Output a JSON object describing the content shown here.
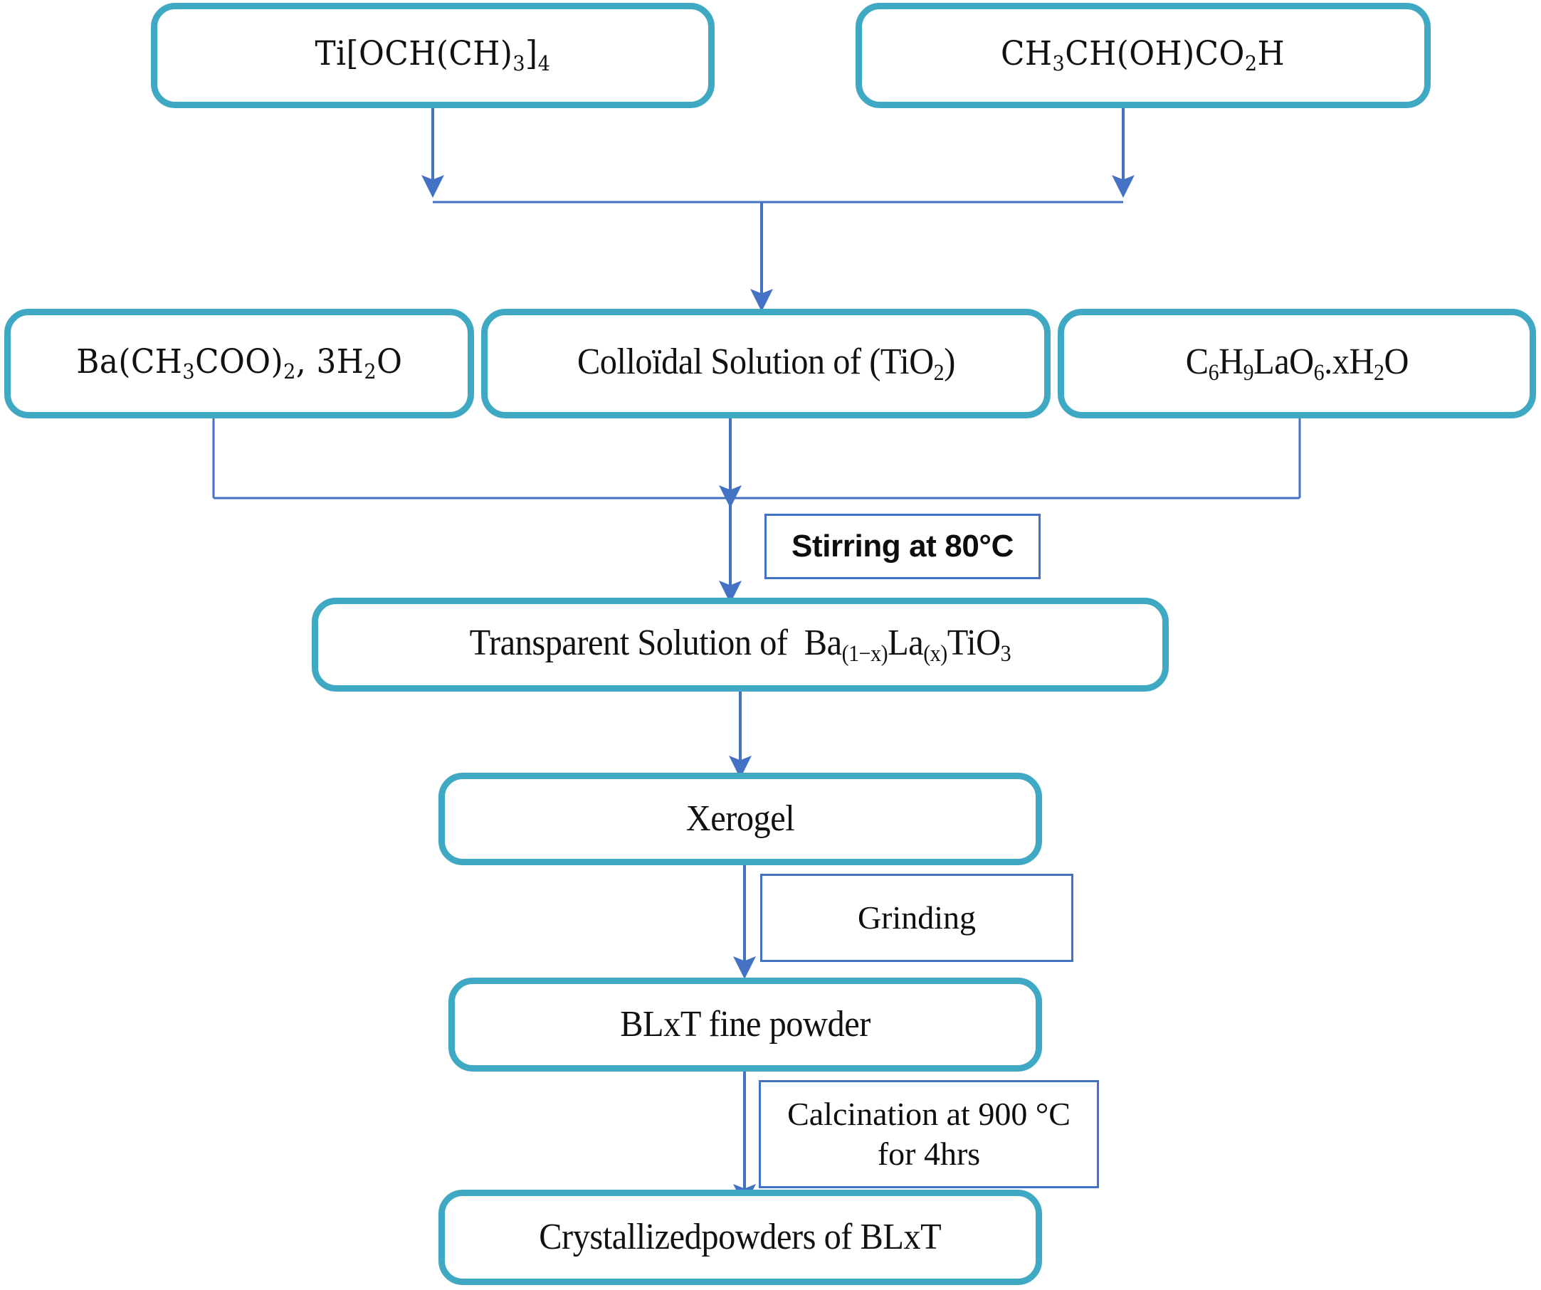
{
  "diagram": {
    "type": "process-flowchart",
    "title": "Sol-gel synthesis route of BLxT powders",
    "colors": {
      "node_border": "#3FA9C4",
      "node_fill": "#FFFFFF",
      "arrow": "#4472C4",
      "annotation_border": "#4472C4",
      "background": "#FFFFFF",
      "text": "#111111"
    }
  },
  "nodes": {
    "titanium_precursor": {
      "label": "Ti[OCH(CH)3]4",
      "html": "Ti[OCH(CH)<sub>3</sub>]<sub>4</sub>"
    },
    "lactic_acid": {
      "label": "CH3CH(OH)CO2H",
      "html": "CH<sub>3</sub>CH(OH)CO<sub>2</sub>H"
    },
    "barium_acetate": {
      "label": "Ba(CH3COO)2, 3H2O",
      "html": "Ba(CH<sub>3</sub>COO)<sub>2</sub>, 3H<sub>2</sub>O"
    },
    "colloidal_solution": {
      "label": "Colloïdal Solution of (TiO2)",
      "html": "Colloïdal Solution of (TiO<sub>2</sub>)"
    },
    "lanthanum_acetate": {
      "label": "C6H9LaO6.xH2O",
      "html": "C<sub>6</sub>H<sub>9</sub>LaO<sub>6</sub>.xH<sub>2</sub>O"
    },
    "transparent_solution": {
      "label": "Transparent Solution of Ba(1-x)La(x)TiO3",
      "html": "Transparent Solution of&nbsp; Ba<sub>(1−x)</sub>La<sub>(x)</sub>TiO<sub>3</sub>"
    },
    "xerogel": {
      "label": "Xerogel",
      "html": "Xerogel"
    },
    "fine_powder": {
      "label": "BLxT fine powder",
      "html": "BLxT fine powder"
    },
    "crystallized_powders": {
      "label": "Crystallizedpowders of BLxT",
      "html": "Crystallizedpowders of BLxT"
    }
  },
  "annotations": {
    "stirring": {
      "label": "Stirring at 80°C"
    },
    "grinding": {
      "label": "Grinding"
    },
    "calcination": {
      "label": "Calcination at 900 °C\nfor 4hrs"
    }
  },
  "edges": [
    {
      "from": "titanium_precursor",
      "to": "colloidal_solution",
      "style": "elbow-merge"
    },
    {
      "from": "lactic_acid",
      "to": "colloidal_solution",
      "style": "elbow-merge"
    },
    {
      "from": "barium_acetate",
      "to": "transparent_solution",
      "style": "elbow-merge",
      "annotation": "stirring"
    },
    {
      "from": "colloidal_solution",
      "to": "transparent_solution",
      "style": "straight",
      "annotation": "stirring"
    },
    {
      "from": "lanthanum_acetate",
      "to": "transparent_solution",
      "style": "elbow-merge",
      "annotation": "stirring"
    },
    {
      "from": "transparent_solution",
      "to": "xerogel",
      "style": "straight"
    },
    {
      "from": "xerogel",
      "to": "fine_powder",
      "style": "straight",
      "annotation": "grinding"
    },
    {
      "from": "fine_powder",
      "to": "crystallized_powders",
      "style": "straight",
      "annotation": "calcination"
    }
  ]
}
